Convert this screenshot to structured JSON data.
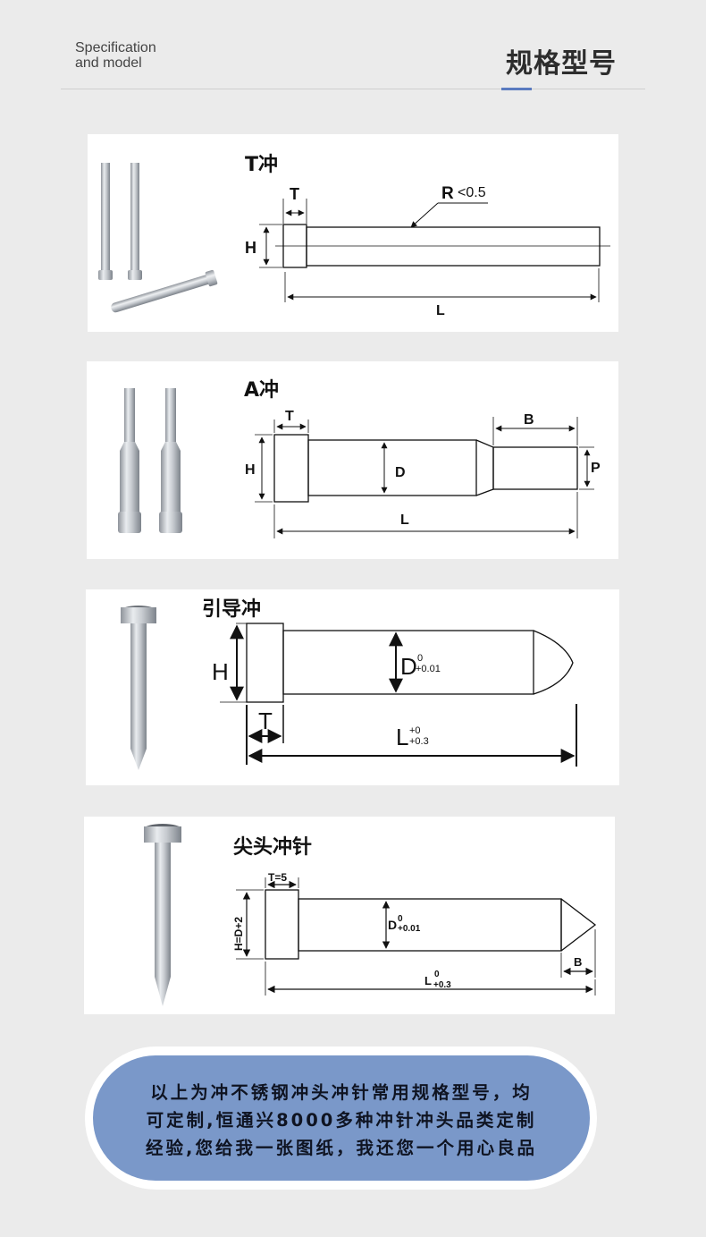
{
  "header": {
    "en_title_line1": "Specification",
    "en_title_line2": "and model",
    "cn_title": "规格型号"
  },
  "colors": {
    "background": "#ebebeb",
    "accent": "#5a7bc0",
    "note_bg": "#7a98c9"
  },
  "cards": [
    {
      "title": "T冲",
      "labels": {
        "T": "T",
        "H": "H",
        "L": "L",
        "R": "R",
        "R_value": "<0.5"
      }
    },
    {
      "title": "A冲",
      "labels": {
        "T": "T",
        "H": "H",
        "D": "D",
        "B": "B",
        "P": "P",
        "L": "L"
      }
    },
    {
      "title": "引导冲",
      "labels": {
        "H": "H",
        "T": "T",
        "D": "D",
        "D_upper": "0",
        "D_lower": "+0.01",
        "L": "L",
        "L_upper": "+0",
        "L_lower": "+0.3"
      }
    },
    {
      "title": "尖头冲针",
      "labels": {
        "T": "T=5",
        "H": "H=D+2",
        "D": "D",
        "D_upper": "0",
        "D_lower": "+0.01",
        "B": "B",
        "L": "L",
        "L_upper": "0",
        "L_lower": "+0.3"
      }
    }
  ],
  "note": {
    "line1": "以上为冲不锈钢冲头冲针常用规格型号，均",
    "line2": "可定制,恒通兴8000多种冲针冲头品类定制",
    "line3": "经验,您给我一张图纸，我还您一个用心良品"
  }
}
